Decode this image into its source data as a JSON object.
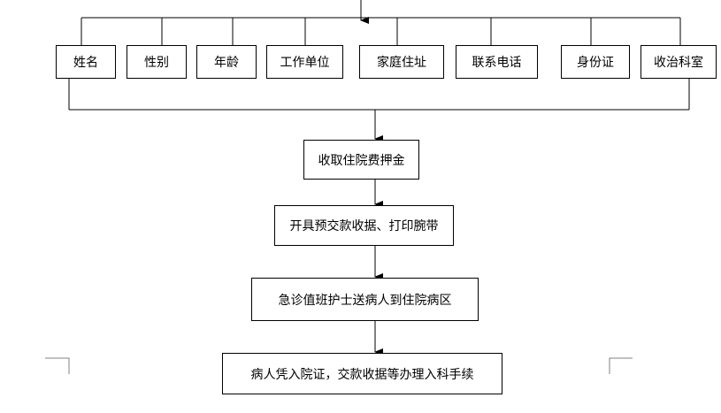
{
  "fields": [
    "姓名",
    "性别",
    "年龄",
    "工作单位",
    "家庭住址",
    "联系电话",
    "身份证",
    "收治科室"
  ],
  "steps": [
    "收取住院费押金",
    "开具预交款收据、打印腕带",
    "急诊值班护士送病人到住院病区",
    "病人凭入院证，交款收据等办理入科手续"
  ]
}
